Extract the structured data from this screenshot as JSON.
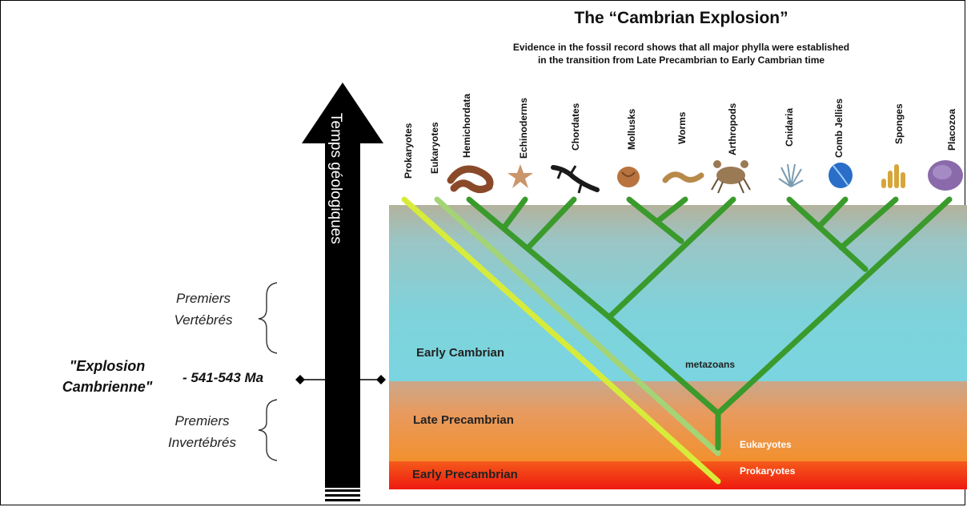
{
  "title": "The “Cambrian Explosion”",
  "subtitle": {
    "line1": "Evidence in the fossil record shows that all major phylla were established",
    "line2": "in the transition from Late Precambrian to Early Cambrian time"
  },
  "phyla": [
    {
      "label": "Prokaryotes",
      "icon": ""
    },
    {
      "label": "Eukaryotes",
      "icon": ""
    },
    {
      "label": "Hemichordata",
      "icon": "worm-illustration"
    },
    {
      "label": "Echinoderms",
      "icon": "starfish-illustration"
    },
    {
      "label": "Chordates",
      "icon": "salamander-illustration"
    },
    {
      "label": "Mollusks",
      "icon": "shell-illustration"
    },
    {
      "label": "Worms",
      "icon": "worm-illustration"
    },
    {
      "label": "Arthropods",
      "icon": "crab-illustration"
    },
    {
      "label": "Cnidaria",
      "icon": "anemone-illustration"
    },
    {
      "label": "Comb Jellies",
      "icon": "comb-jelly-illustration"
    },
    {
      "label": "Sponges",
      "icon": "sponge-illustration"
    },
    {
      "label": "Placozoa",
      "icon": "placozoa-illustration"
    }
  ],
  "periods": {
    "early_cambrian": "Early Cambrian",
    "late_precambrian": "Late Precambrian",
    "early_precambrian": "Early Precambrian"
  },
  "tree_labels": {
    "metazoans": "metazoans",
    "eukaryotes": "Eukaryotes",
    "prokaryotes": "Prokaryotes"
  },
  "arrow_label": "Temps géologiques",
  "notes": {
    "vertebrates_line1": "Premiers",
    "vertebrates_line2": "Vertébrés",
    "invertebrates_line1": "Premiers",
    "invertebrates_line2": "Invertébrés",
    "explosion_line1": "\"Explosion",
    "explosion_line2": "Cambrienne\"",
    "date": "- 541-543 Ma"
  },
  "colors": {
    "tree_green": "#2f9a2a",
    "prokaryote_line": "#cfe83a",
    "eukaryote_line": "#9ad06a",
    "arrow": "#000000"
  }
}
